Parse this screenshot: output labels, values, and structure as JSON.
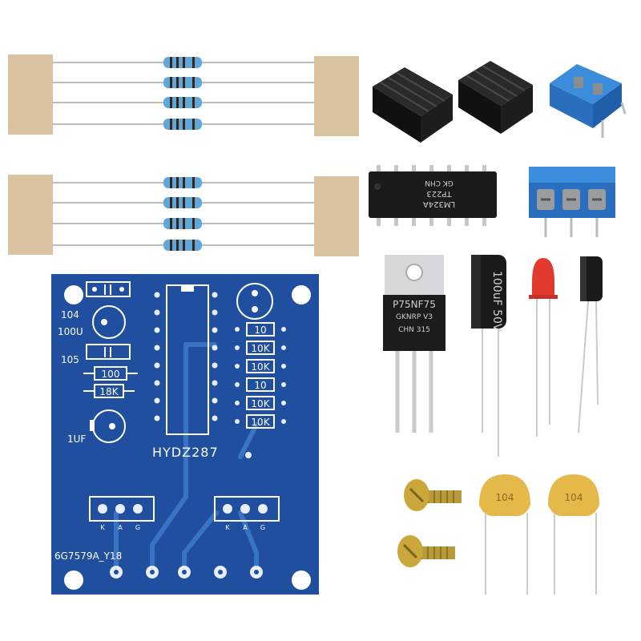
{
  "pcb": {
    "labels": {
      "c104": "104",
      "c100u": "100U",
      "c105": "105",
      "r100": "100",
      "r18k": "18K",
      "c1uf": "1UF",
      "board_name": "HYDZ287",
      "part_no": "6G7579A_Y18",
      "pins_k": "K",
      "pins_a": "A",
      "pins_g": "G"
    },
    "resistor_labels": [
      "10",
      "10K",
      "10K",
      "10",
      "10K",
      "10K"
    ]
  },
  "parts": {
    "ic_lines": [
      "LM324A",
      "TP223",
      "GK CHN"
    ],
    "mosfet_lines": [
      "P75NF75",
      "GKNRP V3",
      "CHN  315"
    ],
    "electrolytic_big": "100uF 50V",
    "ceramic_label": "104"
  },
  "colors": {
    "pcb": "#1f4f9e",
    "pcb_trace": "#2e64b5",
    "silkscreen": "#ffffff",
    "paper_tape": "#d9c4a3",
    "resistor_body": "#5fa8d9",
    "terminal_block": "#2f7fd0",
    "heatsink": "#1a1a1a",
    "led": "#e23b2e",
    "ceramic_cap": "#e5b84a",
    "screw": "#c9a73a"
  },
  "icons": [
    "resistor-icon",
    "heatsink-icon",
    "terminal-block-icon",
    "dip-ic-icon",
    "mosfet-icon",
    "capacitor-icon",
    "led-icon",
    "screw-icon"
  ]
}
